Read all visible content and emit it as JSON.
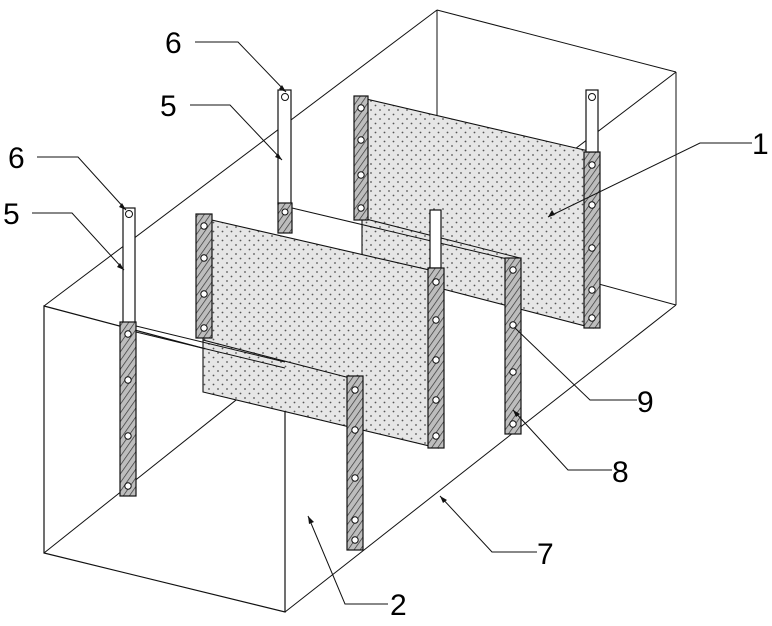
{
  "labels": {
    "l1": "1",
    "l2": "2",
    "l5a": "5",
    "l5b": "5",
    "l6a": "6",
    "l6b": "6",
    "l7": "7",
    "l8": "8",
    "l9": "9"
  }
}
